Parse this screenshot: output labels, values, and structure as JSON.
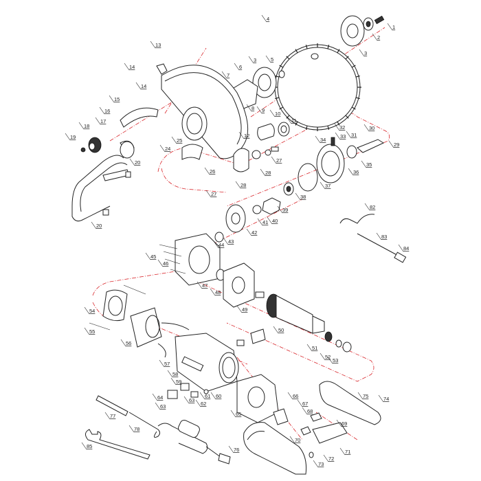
{
  "title": "Exploded parts diagram - wet/dry cut-off saw",
  "colors": {
    "line": "#222222",
    "axis_dashes": "#d9262b",
    "background": "#ffffff"
  },
  "labels": [
    "1",
    "2",
    "3",
    "4",
    "3",
    "5",
    "6",
    "7",
    "8",
    "9",
    "10",
    "11",
    "12",
    "13",
    "14",
    "14",
    "15",
    "16",
    "17",
    "18",
    "19",
    "20",
    "20",
    "24",
    "25",
    "26",
    "27",
    "27",
    "28",
    "28",
    "29",
    "30",
    "31",
    "32",
    "33",
    "34",
    "35",
    "36",
    "37",
    "38",
    "39",
    "40",
    "41",
    "42",
    "43",
    "44",
    "45",
    "46",
    "47",
    "48",
    "49",
    "50",
    "51",
    "52",
    "53",
    "54",
    "55",
    "56",
    "57",
    "58",
    "59",
    "60",
    "61",
    "62",
    "63",
    "63",
    "64",
    "65",
    "66",
    "67",
    "68",
    "69",
    "70",
    "71",
    "72",
    "73",
    "74",
    "75",
    "76",
    "77",
    "78",
    "82",
    "83",
    "84",
    "85"
  ]
}
